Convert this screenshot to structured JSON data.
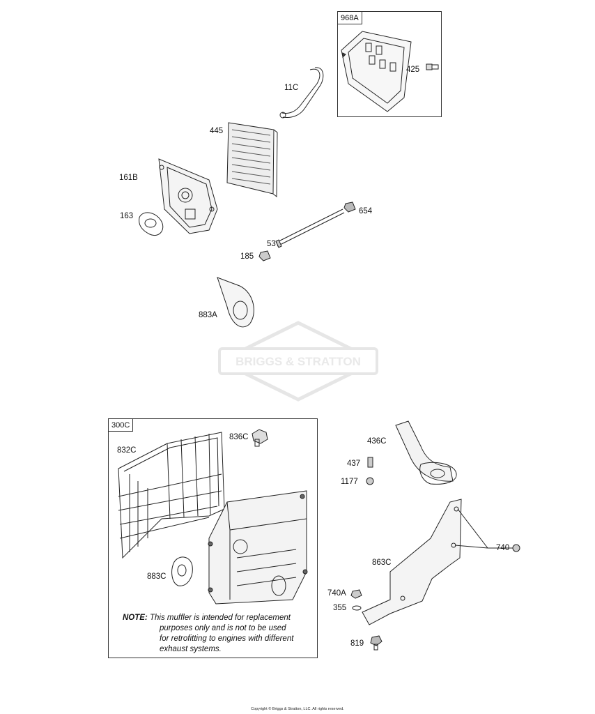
{
  "labels": {
    "p968A": "968A",
    "p425": "425",
    "p11C": "11C",
    "p445": "445",
    "p161B": "161B",
    "p163": "163",
    "p654": "654",
    "p53": "53",
    "p185": "185",
    "p883A": "883A",
    "p300C": "300C",
    "p836C": "836C",
    "p832C": "832C",
    "p883C": "883C",
    "p436C": "436C",
    "p437": "437",
    "p1177": "1177",
    "p740": "740",
    "p863C": "863C",
    "p740A": "740A",
    "p355": "355",
    "p819": "819"
  },
  "note": {
    "prefix": "NOTE:",
    "line1": " This muffler is intended for replacement",
    "line2": "purposes only and is not to be used",
    "line3": "for retrofitting to engines with different",
    "line4": "exhaust systems."
  },
  "watermark": "BRIGGS & STRATTON",
  "copyright": "Copyright © Briggs & Stratton, LLC. All rights reserved."
}
